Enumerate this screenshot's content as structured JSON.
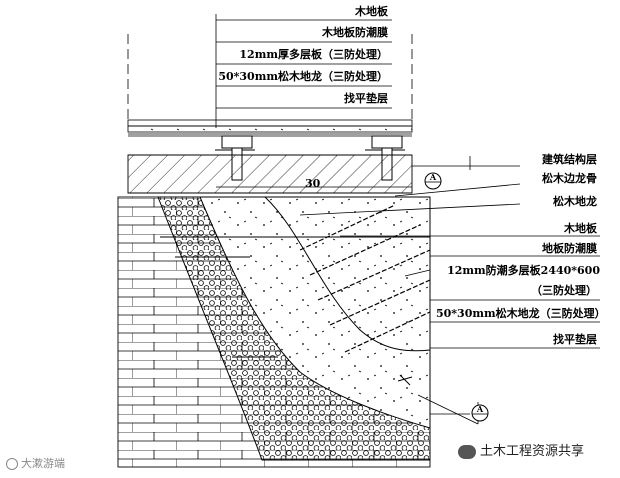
{
  "top_section": {
    "labels": [
      "木地板",
      "木地板防潮膜",
      "12mm厚多层板（三防处理）",
      "50*30mm松木地龙（三防处理）",
      "找平垫层"
    ],
    "dimension": "30"
  },
  "right_labels_upper": [
    "建筑结构层",
    "松木边龙骨",
    "松木地龙"
  ],
  "section_marker": "A",
  "right_labels_lower": [
    "木地板",
    "地板防潮膜",
    "12mm防潮多层板2440*600",
    "（三防处理）",
    "50*30mm松木地龙（三防处理）",
    "找平垫层"
  ],
  "watermark_left": "大漱游端",
  "watermark_right": "土木工程资源共享"
}
